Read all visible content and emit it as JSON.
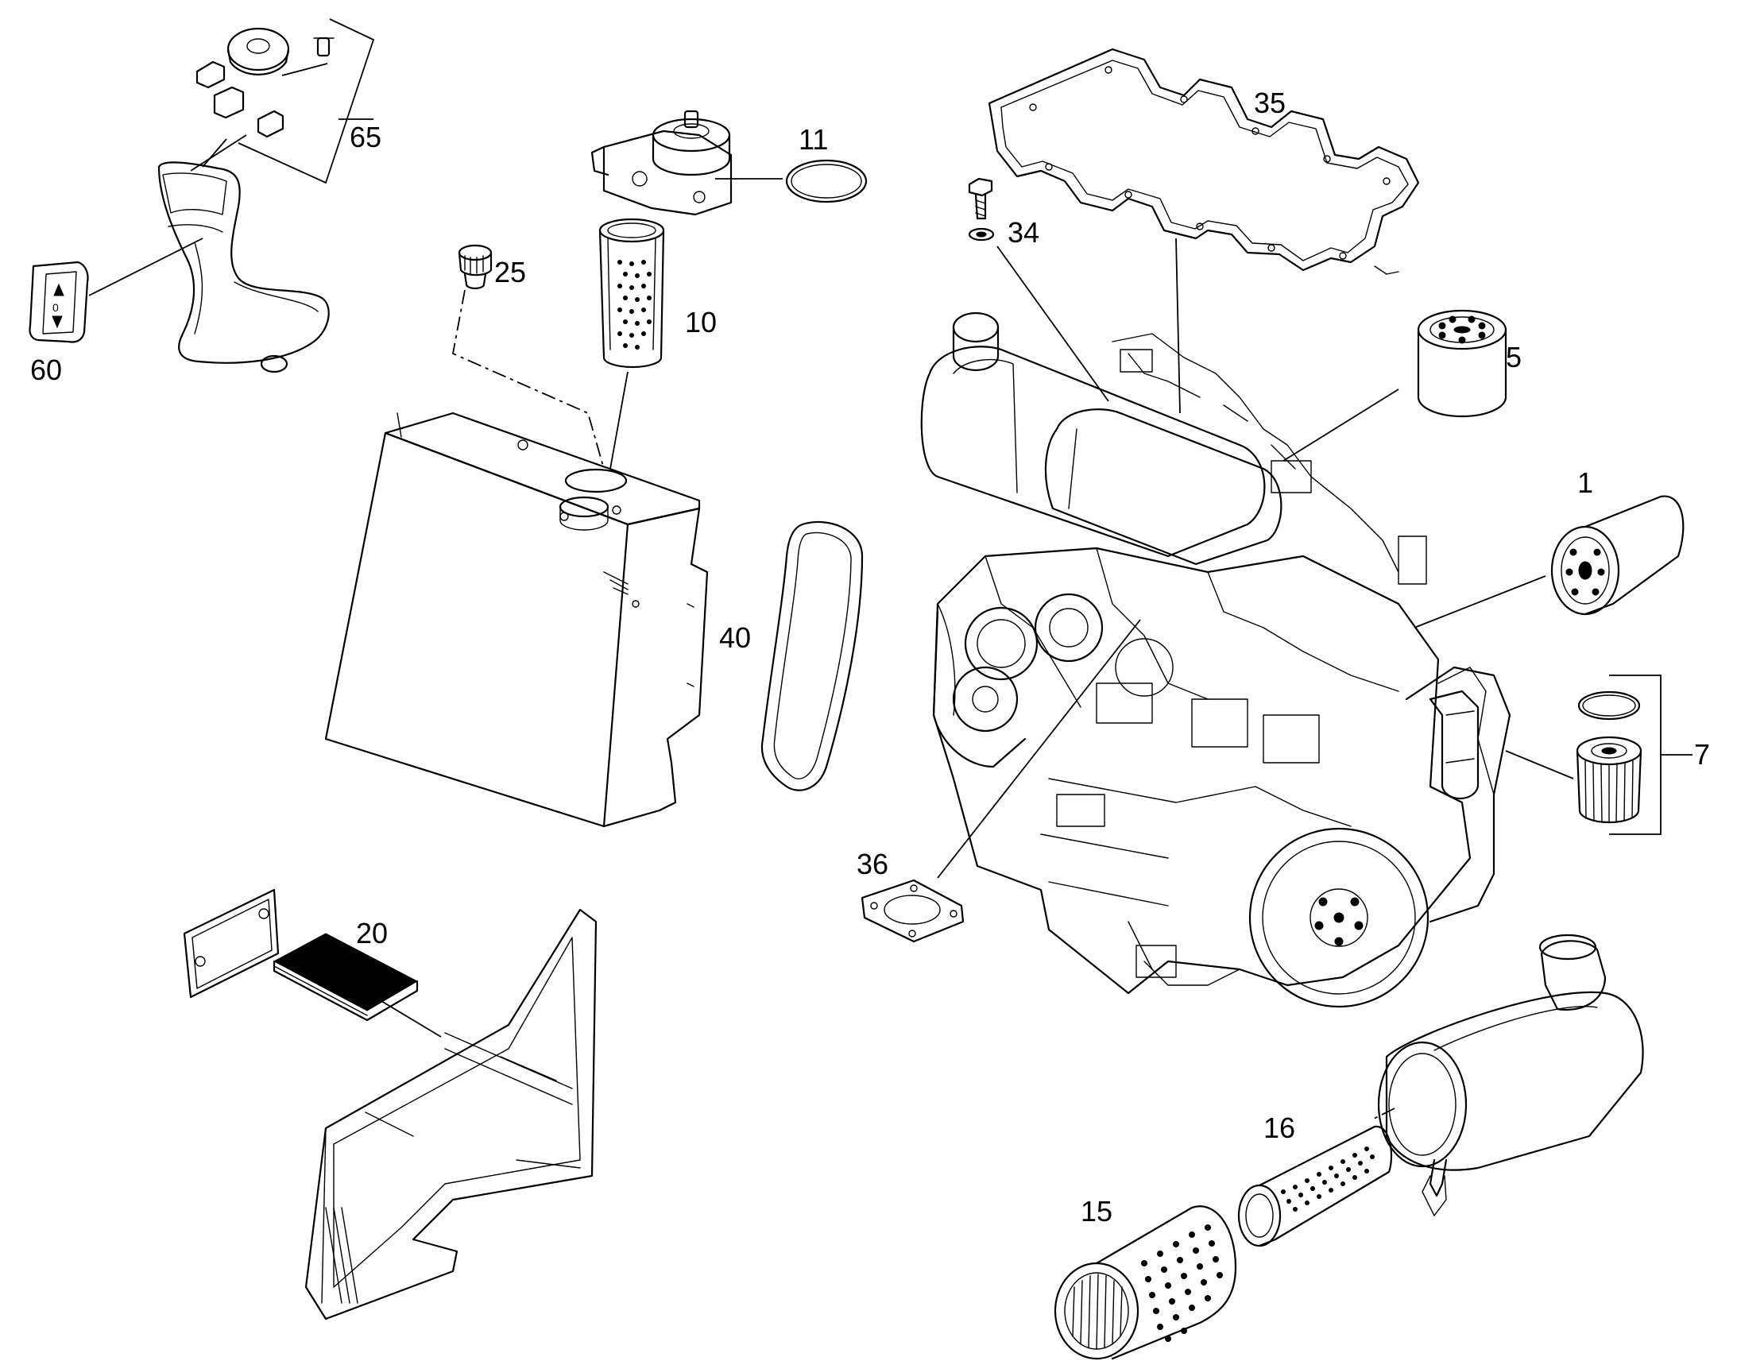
{
  "callouts": {
    "c1": "1",
    "c5": "5",
    "c7": "7",
    "c10": "10",
    "c11": "11",
    "c15": "15",
    "c16": "16",
    "c20": "20",
    "c25": "25",
    "c34": "34",
    "c35": "35",
    "c36": "36",
    "c40": "40",
    "c60": "60",
    "c65": "65"
  }
}
